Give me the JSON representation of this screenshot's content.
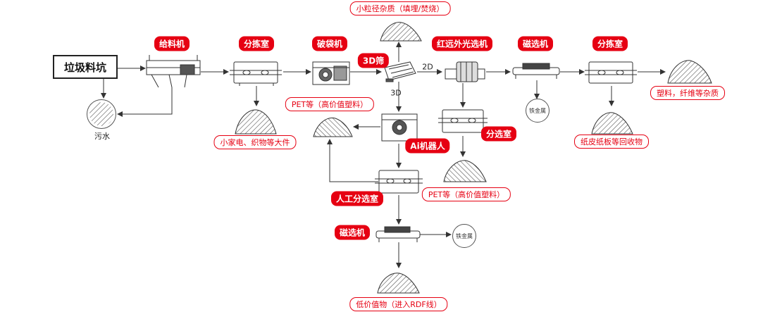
{
  "start": "垃圾料坑",
  "machines": {
    "feeder": "给料机",
    "sort1": "分拣室",
    "bag_breaker": "破袋机",
    "screen3d": "3D筛",
    "optical": "红远外光选机",
    "magnet1": "磁选机",
    "sort2": "分拣室",
    "ai_robot": "Ai机器人",
    "sort_room": "分选室",
    "manual_sort": "人工分选室",
    "magnet2": "磁选机"
  },
  "outputs": {
    "small_particles": "小粒径杂质（填埋/焚烧）",
    "pet_top": "PET等（高价值塑料）",
    "large_items": "小家电、织物等大件",
    "pet_bottom": "PET等（高价值塑料）",
    "plastic_fiber": "塑料，纤维等杂质",
    "paper": "纸皮纸板等回收物",
    "low_value": "低价值物（进入RDF线）"
  },
  "texts": {
    "sewage": "污水",
    "label_2d": "2D",
    "label_3d": "3D",
    "iron1": "铁金属",
    "iron2": "铁金属"
  },
  "colors": {
    "accent": "#e60012",
    "line": "#333333"
  }
}
